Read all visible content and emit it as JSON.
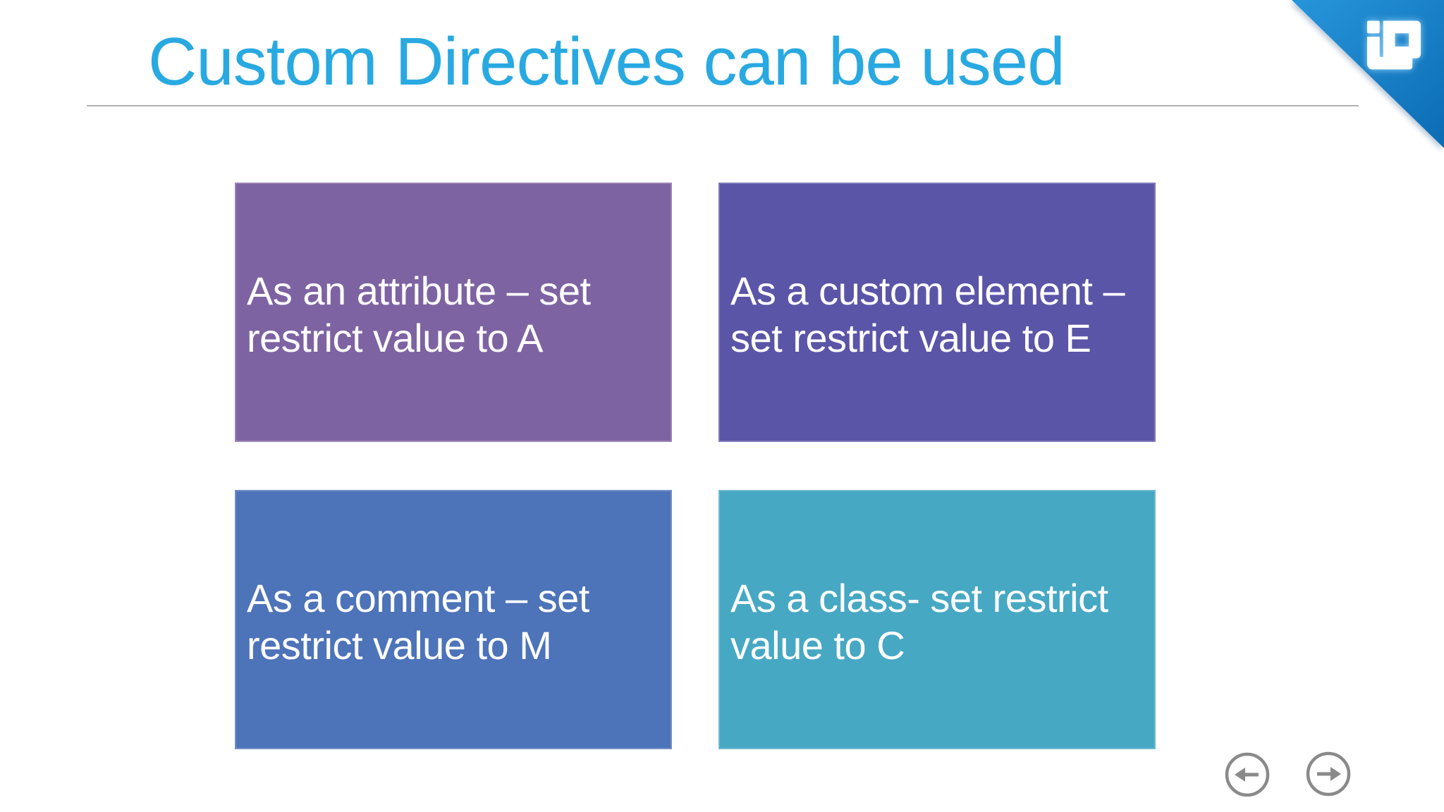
{
  "slide": {
    "title": "Custom Directives can be used"
  },
  "boxes": [
    {
      "name": "as-attribute",
      "text": "As an attribute – set\nrestrict value to A",
      "color": "#7e63a2"
    },
    {
      "name": "as-custom-element",
      "text": "As a custom element –\nset restrict value to E",
      "color": "#5b55a8"
    },
    {
      "name": "as-comment",
      "text": "As a comment – set\nrestrict value to M",
      "color": "#4d73b9"
    },
    {
      "name": "as-class",
      "text": "As a class- set restrict\nvalue to C",
      "color": "#47a8c4"
    }
  ],
  "theme": {
    "background": "#ffffff",
    "title_color": "#29a9e1",
    "divider_color": "#b1b1b4",
    "box_text_color": "#ffffff",
    "nav_icon_color": "#8a8a8a",
    "ribbon_gradient_start": "#2795da",
    "ribbon_gradient_end": "#0c6cb4",
    "logo_color": "#ffffff"
  },
  "nav": {
    "prev_icon": "circle-arrow-left-icon",
    "next_icon": "circle-arrow-right-icon"
  },
  "branding": {
    "logo_icon": "io-square-logo-icon",
    "ribbon": "corner-ribbon"
  }
}
